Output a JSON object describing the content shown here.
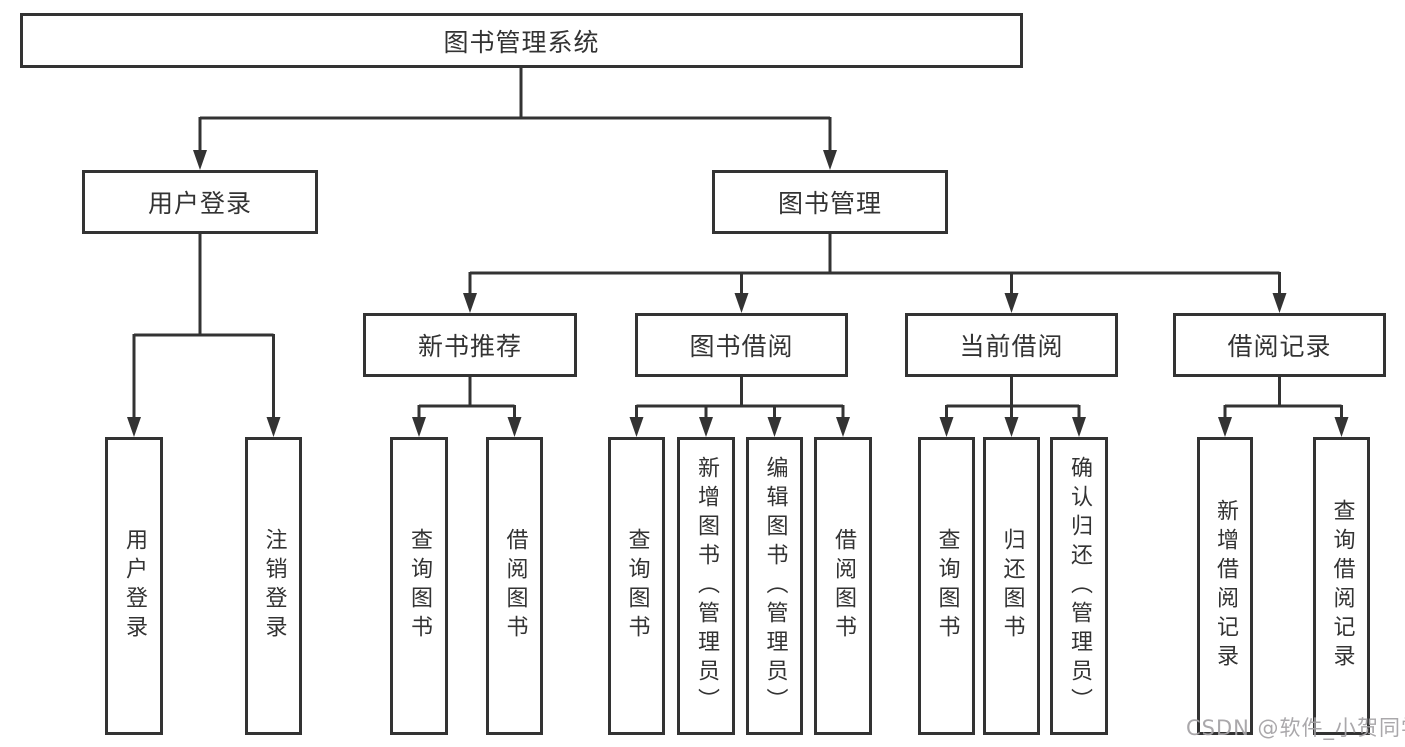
{
  "diagram": {
    "type": "tree-structure-chart",
    "colors": {
      "line": "#333333",
      "box_border": "#333333",
      "box_fill": "#ffffff",
      "text": "#333333",
      "watermark": "#a5a3a7"
    },
    "root": {
      "label": "图书管理系统"
    },
    "tree": {
      "user_login": {
        "label": "用户登录",
        "children": [
          {
            "label": "用户登录"
          },
          {
            "label": "注销登录"
          }
        ]
      },
      "book_management": {
        "label": "图书管理",
        "groups": [
          {
            "label": "新书推荐",
            "children": [
              {
                "label": "查询图书"
              },
              {
                "label": "借阅图书"
              }
            ]
          },
          {
            "label": "图书借阅",
            "children": [
              {
                "label": "查询图书"
              },
              {
                "label": "新增图书（管理员）"
              },
              {
                "label": "编辑图书（管理员）"
              },
              {
                "label": "借阅图书"
              }
            ]
          },
          {
            "label": "当前借阅",
            "children": [
              {
                "label": "查询图书"
              },
              {
                "label": "归还图书"
              },
              {
                "label": "确认归还（管理员）"
              }
            ]
          },
          {
            "label": "借阅记录",
            "children": [
              {
                "label": "新增借阅记录"
              },
              {
                "label": "查询借阅记录"
              }
            ]
          }
        ]
      }
    },
    "watermark": "CSDN @软件_小贺同学"
  }
}
